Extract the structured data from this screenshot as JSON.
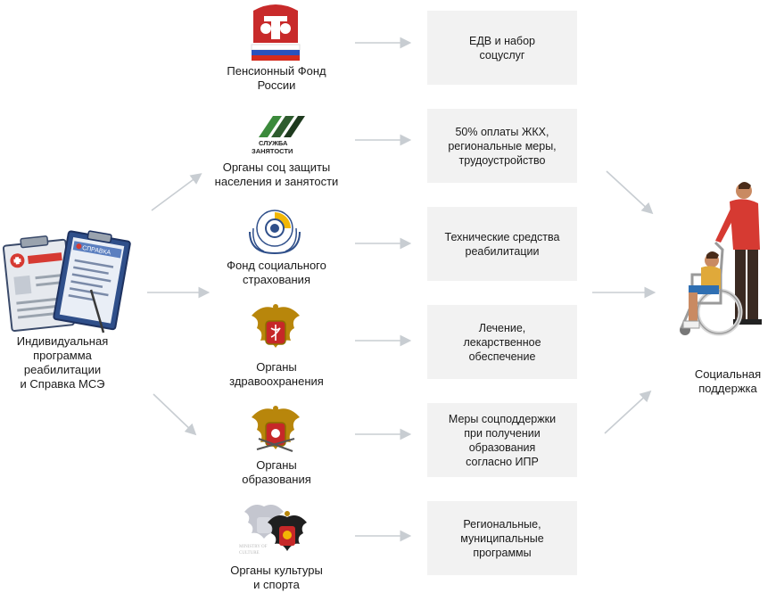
{
  "source": {
    "label": "Индивидуальная\nпрограмма\nреабилитации\nи Справка МСЭ",
    "doc_badge": "СПРАВКА"
  },
  "organizations": [
    {
      "label": "Пенсионный Фонд\nРоссии",
      "icon": "pfr-logo-icon"
    },
    {
      "label": "Органы соц защиты\nнаселения и занятости",
      "icon": "employment-service-logo-icon",
      "logo_text": "СЛУЖБА\nЗАНЯТОСТИ"
    },
    {
      "label": "Фонд социального\nстрахования",
      "icon": "fss-logo-icon"
    },
    {
      "label": "Органы\nздравоохранения",
      "icon": "health-coat-of-arms-icon"
    },
    {
      "label": "Органы\nобразования",
      "icon": "education-coat-of-arms-icon"
    },
    {
      "label": "Органы культуры\nи спорта",
      "icon": "culture-sport-coat-of-arms-icon"
    }
  ],
  "benefits": [
    "ЕДВ и набор\nсоцуслуг",
    "50%  оплаты ЖКХ,\nрегиональные меры,\nтрудоустройство",
    "Технические средства\nреабилитации",
    "Лечение,\nлекарственное\nобеспечение",
    "Меры соцподдержки\nпри получении\nобразования\nсогласно ИПР",
    "Региональные,\nмуниципальные\nпрограммы"
  ],
  "target": {
    "label": "Социальная\nподдержка",
    "icon": "wheelchair-caregiver-icon"
  },
  "colors": {
    "arrow": "#c8cdd2",
    "box": "#f2f2f2",
    "accent_red": "#d63a32",
    "accent_blue": "#2f4f8a"
  }
}
